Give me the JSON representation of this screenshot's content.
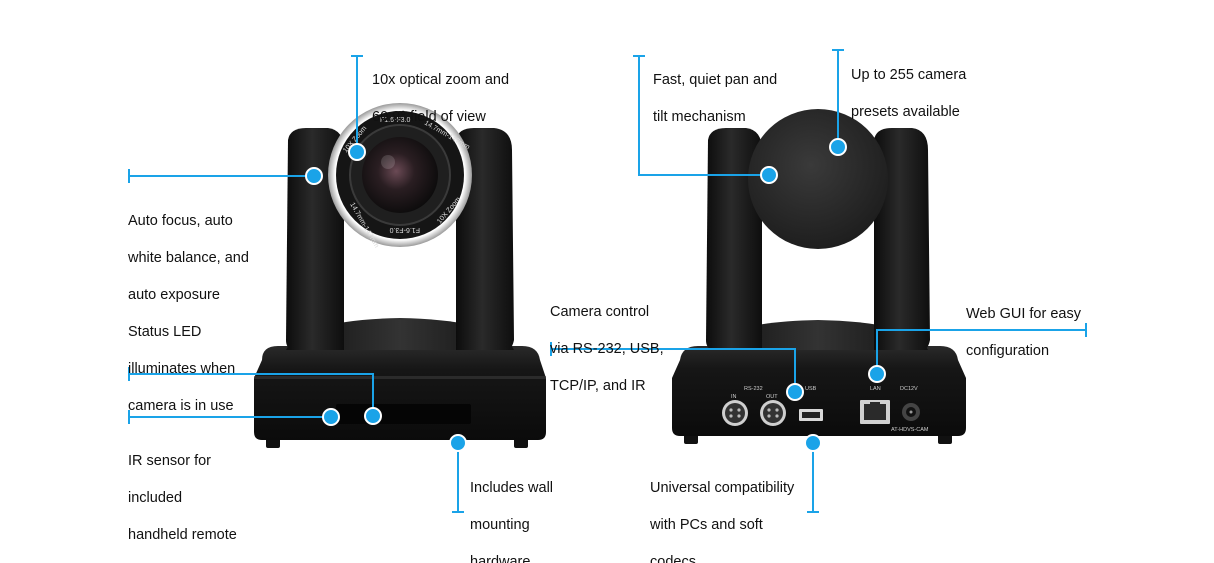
{
  "brand": {
    "accent_color": "#1aa3e8",
    "camera_body_color": "#141414"
  },
  "front_camera": {
    "lens_ring_text": {
      "top_left": "10X Zoom",
      "top_center": "F1.6-F3.0",
      "top_right": "14.7mm-147mm",
      "bottom_left": "14.7mm-147mm",
      "bottom_center": "F1.6-F3.0",
      "bottom_right": "10X Zoom"
    }
  },
  "rear_camera": {
    "port_labels": {
      "rs232": "RS-232",
      "in": "IN",
      "out": "OUT",
      "usb": "USB",
      "lan": "LAN",
      "dc": "DC12V",
      "model": "AT-HDVS-CAM"
    }
  },
  "callouts": {
    "zoom": {
      "lines": [
        "10x optical zoom and",
        "60.9° field of view"
      ]
    },
    "autofocus": {
      "lines": [
        "Auto focus, auto",
        "white balance, and",
        "auto exposure"
      ]
    },
    "status_led": {
      "lines": [
        "Status LED",
        "illuminates when",
        "camera is in use"
      ]
    },
    "ir_sensor": {
      "lines": [
        "IR sensor for",
        "included",
        "handheld remote"
      ]
    },
    "wall_mount": {
      "lines": [
        "Includes wall",
        "mounting",
        "hardware"
      ]
    },
    "pan_tilt": {
      "lines": [
        "Fast, quiet pan and",
        "tilt mechanism"
      ]
    },
    "presets": {
      "lines": [
        "Up to 255 camera",
        "presets available"
      ]
    },
    "camera_control": {
      "lines": [
        "Camera control",
        "via RS-232, USB,",
        "TCP/IP, and IR"
      ]
    },
    "web_gui": {
      "lines": [
        "Web GUI for easy",
        "configuration"
      ]
    },
    "compatibility": {
      "lines": [
        "Universal compatibility",
        "with PCs and soft",
        "codecs"
      ]
    }
  }
}
